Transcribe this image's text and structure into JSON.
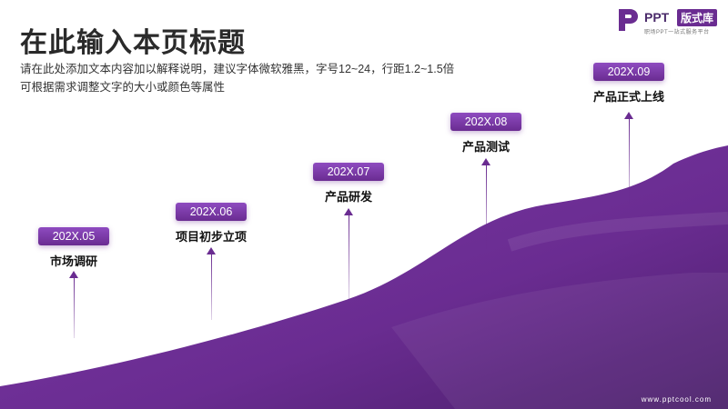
{
  "slide": {
    "title": "在此输入本页标题",
    "desc_line1": "请在此处添加文本内容加以解释说明，建议字体微软雅黑，字号12~24，行距1.2~1.5倍",
    "desc_line2": "可根据需求调整文字的大小或颜色等属性"
  },
  "logo": {
    "brand": "PPT",
    "tag": "版式库",
    "subtitle": "职场PPT一站式服务平台"
  },
  "timeline": [
    {
      "date": "202X.05",
      "label": "市场调研"
    },
    {
      "date": "202X.06",
      "label": "项目初步立项"
    },
    {
      "date": "202X.07",
      "label": "产品研发"
    },
    {
      "date": "202X.08",
      "label": "产品测试"
    },
    {
      "date": "202X.09",
      "label": "产品正式上线"
    }
  ],
  "footer": {
    "url": "www.pptcool.com"
  },
  "colors": {
    "accent": "#6a2c91",
    "accent_light": "#8e4bc0",
    "text": "#2a2a2a"
  }
}
